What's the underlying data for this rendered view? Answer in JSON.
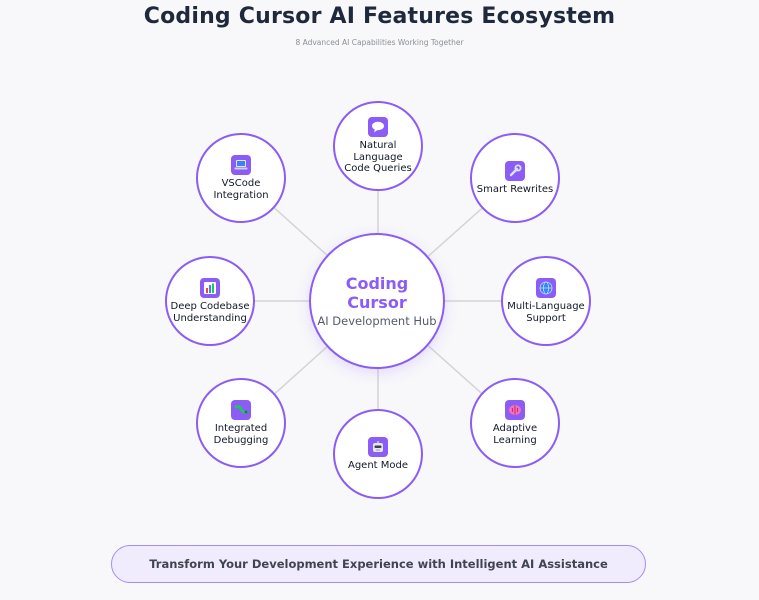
{
  "title": "Coding Cursor AI Features Ecosystem",
  "subtitle": "8 Advanced AI Capabilities Working Together",
  "hub": {
    "title": "Coding Cursor",
    "subtitle": "AI Development Hub"
  },
  "features": [
    {
      "label": "Natural Language\nCode Queries",
      "icon": "speech-bubble-icon"
    },
    {
      "label": "Smart Rewrites",
      "icon": "wrench-icon"
    },
    {
      "label": "Multi-Language\nSupport",
      "icon": "globe-icon"
    },
    {
      "label": "Adaptive Learning",
      "icon": "brain-icon"
    },
    {
      "label": "Agent Mode",
      "icon": "robot-icon"
    },
    {
      "label": "Integrated\nDebugging",
      "icon": "bug-icon"
    },
    {
      "label": "Deep Codebase\nUnderstanding",
      "icon": "bar-chart-icon"
    },
    {
      "label": "VSCode\nIntegration",
      "icon": "laptop-icon"
    }
  ],
  "footer": {
    "text": "Transform Your Development Experience with Intelligent AI Assistance"
  },
  "colors": {
    "accent": "#8b5cf6",
    "connector": "#d4d4d8",
    "background": "#f8f8fa"
  }
}
